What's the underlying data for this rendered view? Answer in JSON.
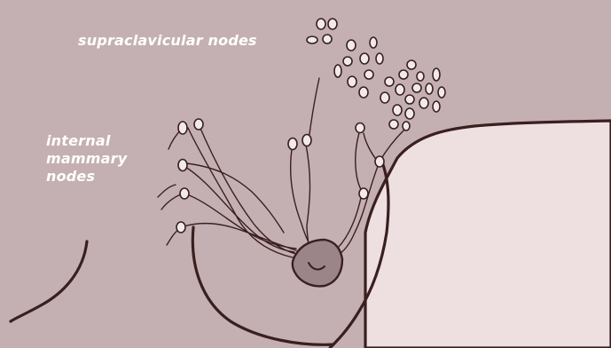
{
  "labels": {
    "supraclavicular": "supraclavicular nodes",
    "internal_mammary": [
      "internal",
      "mammary",
      "nodes"
    ]
  },
  "colors": {
    "background": "#c4b0b2",
    "arm": "#eedfe1",
    "outline": "#3a1f1f",
    "node_fill": "#f2eaea",
    "tumor": "#9b8589"
  }
}
